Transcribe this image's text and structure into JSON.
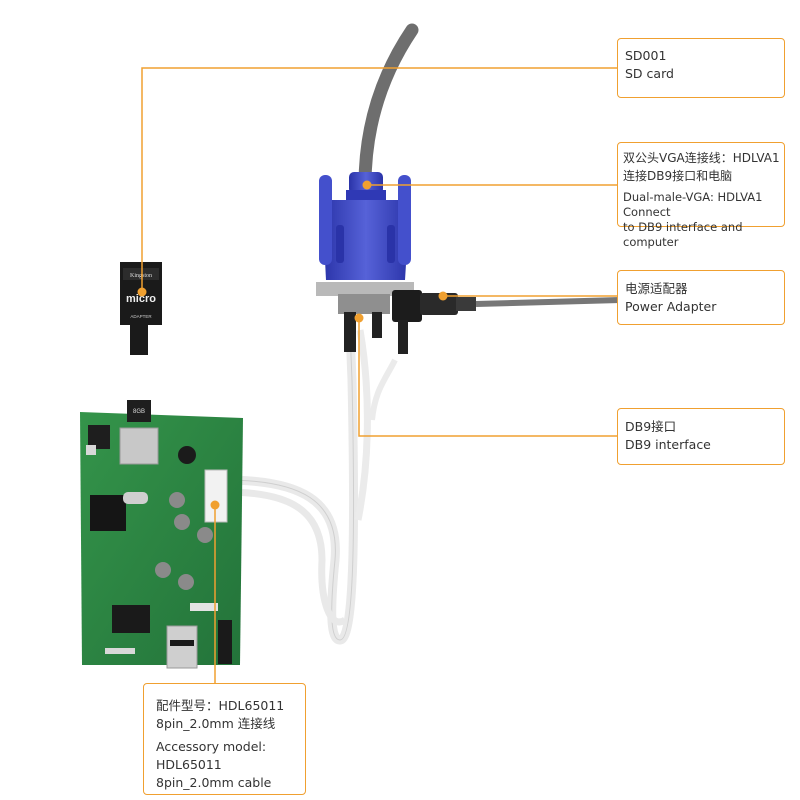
{
  "callouts": {
    "sd": {
      "line1": "SD001",
      "line2": "SD card"
    },
    "vga": {
      "line1": "双公头VGA连接线：HDLVA1",
      "line2": "连接DB9接口和电脑",
      "line3": "Dual-male-VGA: HDLVA1 Connect",
      "line4": "to DB9 interface and computer"
    },
    "power": {
      "line1": "电源适配器",
      "line2": "Power Adapter"
    },
    "db9": {
      "line1": "DB9接口",
      "line2": "DB9 interface"
    },
    "accessory": {
      "line1": "配件型号：HDL65011",
      "line2": "8pin_2.0mm 连接线",
      "line3": "Accessory model: HDL65011",
      "line4": "8pin_2.0mm cable"
    }
  },
  "sd_card_label": {
    "brand": "Kingston",
    "type": "micro",
    "adapter": "ADAPTER",
    "size": "8GB"
  },
  "colors": {
    "accent": "#f0a030",
    "pcb": "#2e8b3e",
    "vga_blue": "#3a47c4",
    "cable_grey": "#6e6e6e"
  }
}
